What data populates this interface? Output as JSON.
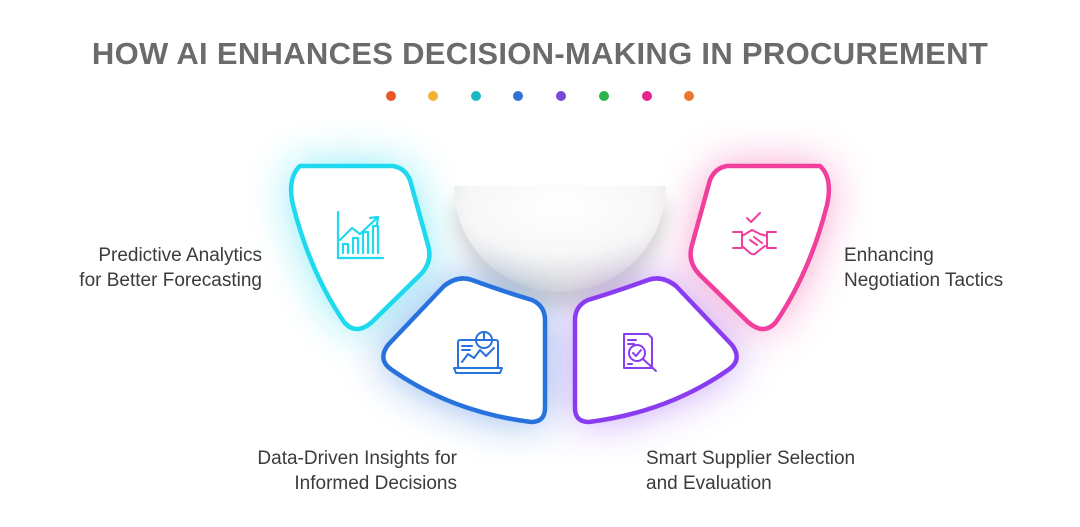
{
  "title": "HOW AI ENHANCES DECISION-MAKING IN PROCUREMENT",
  "dot_colors": [
    "#e8562a",
    "#f2b236",
    "#1ab8c4",
    "#2d74d6",
    "#7a48d6",
    "#2bb44a",
    "#e8238e",
    "#e8772a"
  ],
  "items": [
    {
      "line1": "Predictive Analytics",
      "line2": "for Better Forecasting",
      "color": "#1fd9ef",
      "icon": "growth-chart-icon"
    },
    {
      "line1": "Data-Driven Insights for",
      "line2": "Informed Decisions",
      "color": "#2872dd",
      "icon": "analytics-dashboard-icon"
    },
    {
      "line1": "Smart Supplier Selection",
      "line2": "and Evaluation",
      "color": "#8a3cf0",
      "icon": "document-search-icon"
    },
    {
      "line1": "Enhancing",
      "line2": "Negotiation Tactics",
      "color": "#f03f9c",
      "icon": "handshake-icon"
    }
  ]
}
